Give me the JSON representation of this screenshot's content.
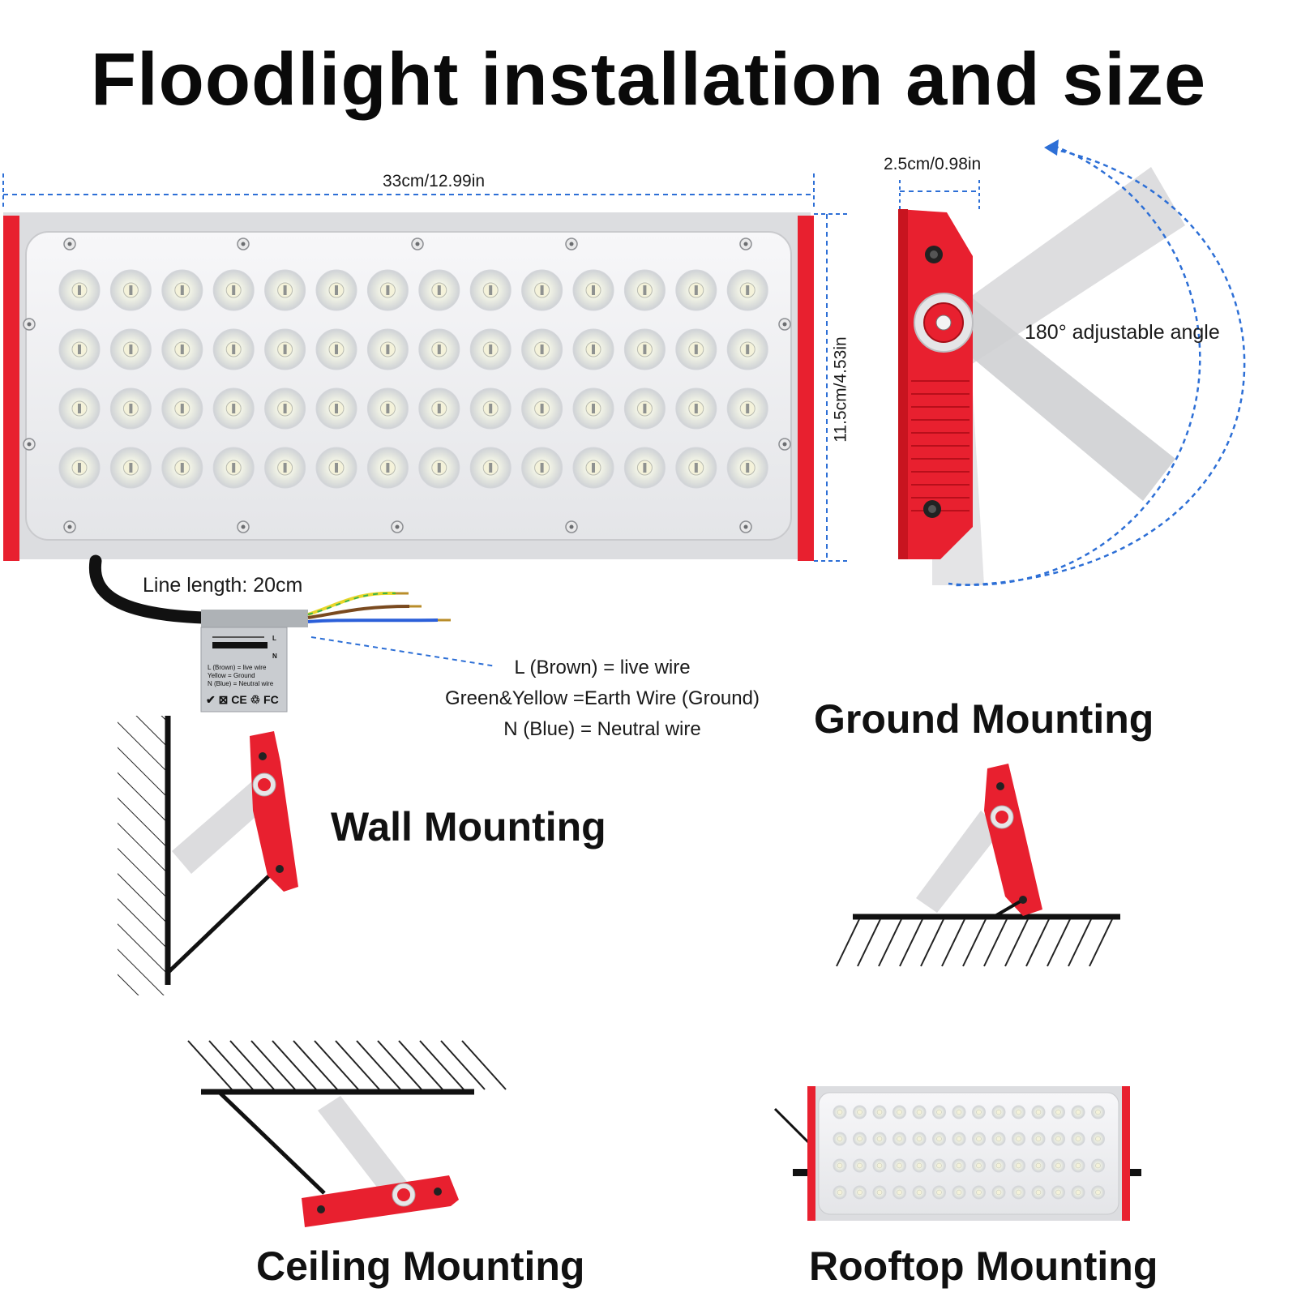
{
  "title": "Floodlight installation and size",
  "dimensions": {
    "width": "33cm/12.99in",
    "height": "11.5cm/4.53in",
    "depth": "2.5cm/0.98in",
    "angle": "180° adjustable angle",
    "line_length": "Line length: 20cm"
  },
  "wires": {
    "live": "L (Brown) = live wire",
    "earth": "Green&Yellow =Earth Wire (Ground)",
    "neutral": "N (Blue) = Neutral wire"
  },
  "tag_label": {
    "l": "L",
    "n": "N",
    "line1": "L (Brown) = live wire",
    "line2": "Yellow = Ground",
    "line3": "N (Blue) = Neutral wire",
    "marks": "✔ ⊠ CE ♲ FC"
  },
  "mounting": {
    "ground": "Ground Mounting",
    "wall": "Wall Mounting",
    "ceiling": "Ceiling Mounting",
    "rooftop": "Rooftop Mounting"
  },
  "colors": {
    "housing_red": "#e8202f",
    "dimension_blue": "#2d6fd6",
    "bracket_gray": "#d9d9db",
    "lens": "#f3f3f5"
  }
}
